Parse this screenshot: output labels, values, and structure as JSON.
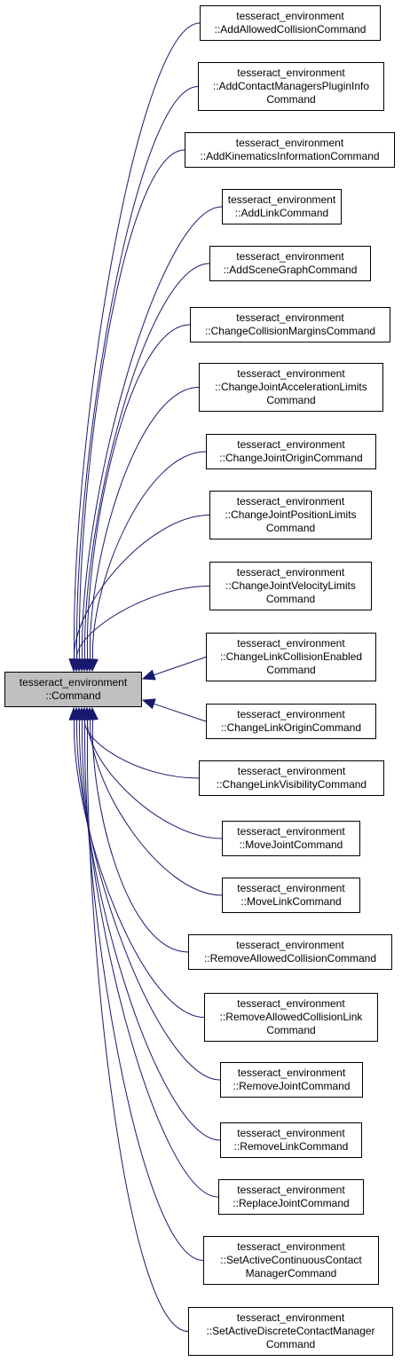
{
  "diagram": {
    "edge_color": "#191970",
    "base_node": {
      "lines": [
        "tesseract_environment",
        "::Command"
      ],
      "fill": "#bfbfbf"
    },
    "derived_nodes": [
      {
        "lines": [
          "tesseract_environment",
          "::AddAllowedCollisionCommand"
        ]
      },
      {
        "lines": [
          "tesseract_environment",
          "::AddContactManagersPluginInfo",
          "Command"
        ]
      },
      {
        "lines": [
          "tesseract_environment",
          "::AddKinematicsInformationCommand"
        ]
      },
      {
        "lines": [
          "tesseract_environment",
          "::AddLinkCommand"
        ]
      },
      {
        "lines": [
          "tesseract_environment",
          "::AddSceneGraphCommand"
        ]
      },
      {
        "lines": [
          "tesseract_environment",
          "::ChangeCollisionMarginsCommand"
        ]
      },
      {
        "lines": [
          "tesseract_environment",
          "::ChangeJointAccelerationLimits",
          "Command"
        ]
      },
      {
        "lines": [
          "tesseract_environment",
          "::ChangeJointOriginCommand"
        ]
      },
      {
        "lines": [
          "tesseract_environment",
          "::ChangeJointPositionLimits",
          "Command"
        ]
      },
      {
        "lines": [
          "tesseract_environment",
          "::ChangeJointVelocityLimits",
          "Command"
        ]
      },
      {
        "lines": [
          "tesseract_environment",
          "::ChangeLinkCollisionEnabled",
          "Command"
        ]
      },
      {
        "lines": [
          "tesseract_environment",
          "::ChangeLinkOriginCommand"
        ]
      },
      {
        "lines": [
          "tesseract_environment",
          "::ChangeLinkVisibilityCommand"
        ]
      },
      {
        "lines": [
          "tesseract_environment",
          "::MoveJointCommand"
        ]
      },
      {
        "lines": [
          "tesseract_environment",
          "::MoveLinkCommand"
        ]
      },
      {
        "lines": [
          "tesseract_environment",
          "::RemoveAllowedCollisionCommand"
        ]
      },
      {
        "lines": [
          "tesseract_environment",
          "::RemoveAllowedCollisionLink",
          "Command"
        ]
      },
      {
        "lines": [
          "tesseract_environment",
          "::RemoveJointCommand"
        ]
      },
      {
        "lines": [
          "tesseract_environment",
          "::RemoveLinkCommand"
        ]
      },
      {
        "lines": [
          "tesseract_environment",
          "::ReplaceJointCommand"
        ]
      },
      {
        "lines": [
          "tesseract_environment",
          "::SetActiveContinuousContact",
          "ManagerCommand"
        ]
      },
      {
        "lines": [
          "tesseract_environment",
          "::SetActiveDiscreteContactManager",
          "Command"
        ]
      }
    ]
  }
}
